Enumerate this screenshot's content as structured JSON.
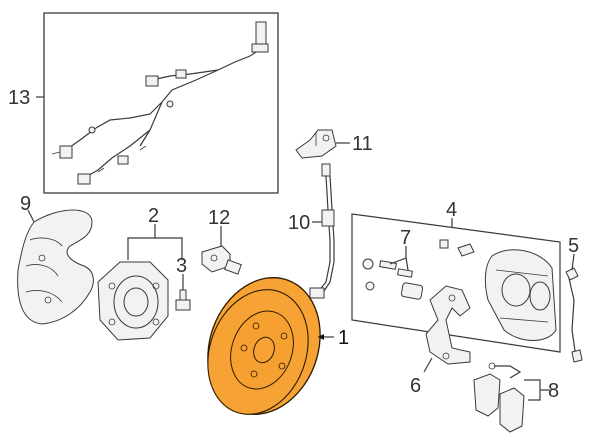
{
  "colors": {
    "highlight_fill": "#f7a234",
    "highlight_stroke": "#2b1a00",
    "line": "#3a3a3a",
    "background": "#ffffff"
  },
  "callouts": {
    "brake_rotor": "1",
    "hub_assembly": "2",
    "hub_bolt": "3",
    "caliper_assembly": "4",
    "caliper_bracket_clip": "5",
    "caliper_support": "6",
    "guide_pins": "7",
    "brake_pads": "8",
    "splash_shield": "9",
    "brake_hose": "10",
    "hose_bracket": "11",
    "abs_sensor": "12",
    "wheel_speed_harness": "13"
  }
}
